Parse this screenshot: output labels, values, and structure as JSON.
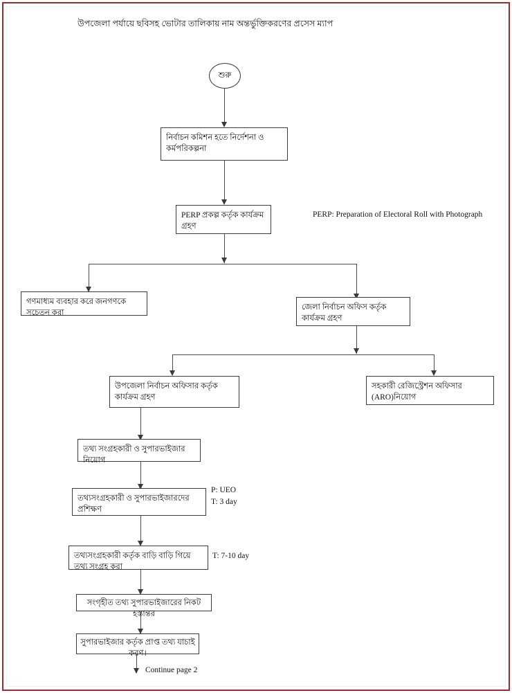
{
  "document": {
    "title": "উপজেলা পর্যায়ে ছবিসহ ভোটার তালিকায় নাম অন্তর্ভুক্তিকরণের প্রসেস ম্যাপ",
    "frame_color": "#9e2a2b",
    "line_color": "#4a4a4a",
    "node_border_color": "#3a3a3a",
    "continue_label": "Continue page 2"
  },
  "legend": {
    "perp_expansion": "PERP: Preparation of Electoral Roll with Photograph"
  },
  "nodes": {
    "start": {
      "label": "শুরু",
      "shape": "oval"
    },
    "n1": {
      "label": "নির্বাচন কমিশন হতে নির্দেশনা ও কর্মপরিকল্পনা",
      "shape": "process"
    },
    "n2": {
      "label": "PERP প্রকল্প কর্তৃক কার্যক্রম গ্রহণ",
      "shape": "process"
    },
    "n3": {
      "label": "গণমাধ্যম ব্যবহার করে জনগণকে সচেতন করা",
      "shape": "process"
    },
    "n4": {
      "label": "জেলা নির্বাচন অফিস কর্তৃক কার্যক্রম গ্রহণ",
      "shape": "process"
    },
    "n5": {
      "label": "উপজেলা নির্বাচন অফিসার কর্তৃক কার্যক্রম গ্রহণ",
      "shape": "process"
    },
    "n6": {
      "label": "সহকারী রেজিস্ট্রেশন অফিসার (ARO)নিয়োগ",
      "shape": "process"
    },
    "n7": {
      "label": "তথ্য সংগ্রহকারী ও সুপারভাইজার নিয়োগ",
      "shape": "process"
    },
    "n8": {
      "label": "তথ্যসংগ্রহকারী ও সুপারভাইজারদের প্রশিক্ষণ",
      "shape": "process"
    },
    "n9": {
      "label": "তথ্যসংগ্রহকারী কর্তৃক বাড়ি বাড়ি গিয়ে তথ্য সংগ্রহ করা",
      "shape": "process"
    },
    "n10": {
      "label": "সংগৃহীত তথ্য সুপারভাইজারের নিকট হস্তান্তর",
      "shape": "process"
    },
    "n11": {
      "label": "সুপারভাইজার কর্তৃক প্রাপ্ত তথ্য যাচাই করণ।",
      "shape": "process"
    }
  },
  "annotations": {
    "training": "P: UEO\nT: 3 day",
    "collection": "T: 7-10 day"
  }
}
